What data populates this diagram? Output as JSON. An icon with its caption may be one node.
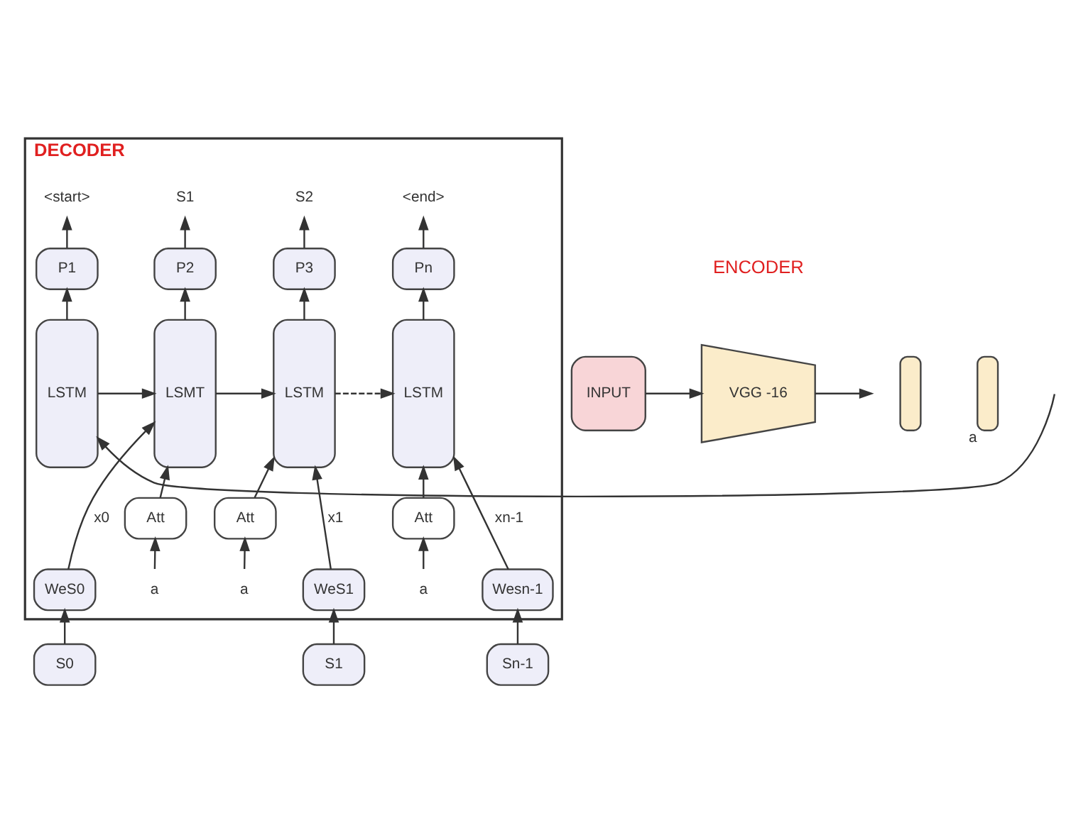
{
  "diagram": {
    "nodes": [
      {
        "text": [
          "DECODER"
        ]
      },
      {
        "text": [
          "INPUT"
        ]
      },
      {
        "text": [
          "VGG -16"
        ]
      },
      {
        "text": [],
        "shape": "bar"
      },
      {
        "text": [],
        "shape": "bar",
        "beside": [
          "a"
        ]
      },
      {
        "text": [
          "<start>"
        ],
        "in": 0
      },
      {
        "text": [
          "S1"
        ],
        "in": 0
      },
      {
        "text": [
          "S2"
        ],
        "in": 0
      },
      {
        "text": [
          "<end>"
        ],
        "in": 0
      },
      {
        "text": [
          "P1"
        ],
        "in": 0
      },
      {
        "text": [
          "P2"
        ],
        "in": 0
      },
      {
        "text": [
          "P3"
        ],
        "in": 0
      },
      {
        "text": [
          "Pn"
        ],
        "in": 0
      },
      {
        "text": [
          "LSTM"
        ],
        "in": 0
      },
      {
        "text": [
          "LSMT"
        ],
        "in": 0
      },
      {
        "text": [
          "LSTM"
        ],
        "in": 0
      },
      {
        "text": [
          "LSTM"
        ],
        "in": 0
      },
      {
        "text": [
          "Att"
        ],
        "in": 0
      },
      {
        "text": [
          "a"
        ],
        "in": 0
      },
      {
        "text": [
          "WeS0"
        ],
        "in": 0
      },
      {
        "text": [
          "Att"
        ],
        "in": 0
      },
      {
        "text": [
          "a"
        ],
        "in": 0
      },
      {
        "text": [
          "WeS1"
        ],
        "in": 0
      },
      {
        "text": [
          "Att"
        ],
        "in": 0
      },
      {
        "text": [
          "a"
        ],
        "in": 0
      },
      {
        "text": [
          "Wesn-1"
        ],
        "in": 0
      },
      {
        "text": [
          "S0"
        ]
      },
      {
        "text": [
          "S1"
        ]
      },
      {
        "text": [
          "Sn-1"
        ]
      }
    ],
    "edges": [
      {
        "from": 1,
        "to": 2,
        "arrow": "to"
      },
      {
        "from": 2,
        "to": null,
        "arrow": "to"
      },
      {
        "from": null,
        "to": 13,
        "arrow": "to"
      },
      {
        "from": 9,
        "to": 5,
        "arrow": "to"
      },
      {
        "from": 10,
        "to": 6,
        "arrow": "to"
      },
      {
        "from": 11,
        "to": 7,
        "arrow": "to"
      },
      {
        "from": 12,
        "to": 8,
        "arrow": "to"
      },
      {
        "from": 13,
        "to": 9,
        "arrow": "to"
      },
      {
        "from": 14,
        "to": 10,
        "arrow": "to"
      },
      {
        "from": 15,
        "to": 11,
        "arrow": "to"
      },
      {
        "from": 16,
        "to": 12,
        "arrow": "to"
      },
      {
        "from": 13,
        "to": 14,
        "arrow": "to"
      },
      {
        "from": 14,
        "to": 15,
        "arrow": "to"
      },
      {
        "from": 15,
        "to": 16,
        "arrow": "to",
        "style": "dashed"
      },
      {
        "from": 17,
        "to": 14,
        "arrow": "to"
      },
      {
        "from": 18,
        "to": 17,
        "arrow": "to"
      },
      {
        "from": 19,
        "to": 14,
        "arrow": "to",
        "label": "x0"
      },
      {
        "from": 20,
        "to": 15,
        "arrow": "to"
      },
      {
        "from": 21,
        "to": 20,
        "arrow": "to"
      },
      {
        "from": 22,
        "to": 15,
        "arrow": "to",
        "label": "x1"
      },
      {
        "from": 23,
        "to": 16,
        "arrow": "to"
      },
      {
        "from": 24,
        "to": 23,
        "arrow": "to"
      },
      {
        "from": 25,
        "to": 16,
        "arrow": "to",
        "label": "xn-1"
      },
      {
        "from": 26,
        "to": 19,
        "arrow": "to"
      },
      {
        "from": 27,
        "to": 22,
        "arrow": "to"
      },
      {
        "from": 28,
        "to": 25,
        "arrow": "to"
      }
    ],
    "labels": [
      "ENCODER"
    ]
  }
}
